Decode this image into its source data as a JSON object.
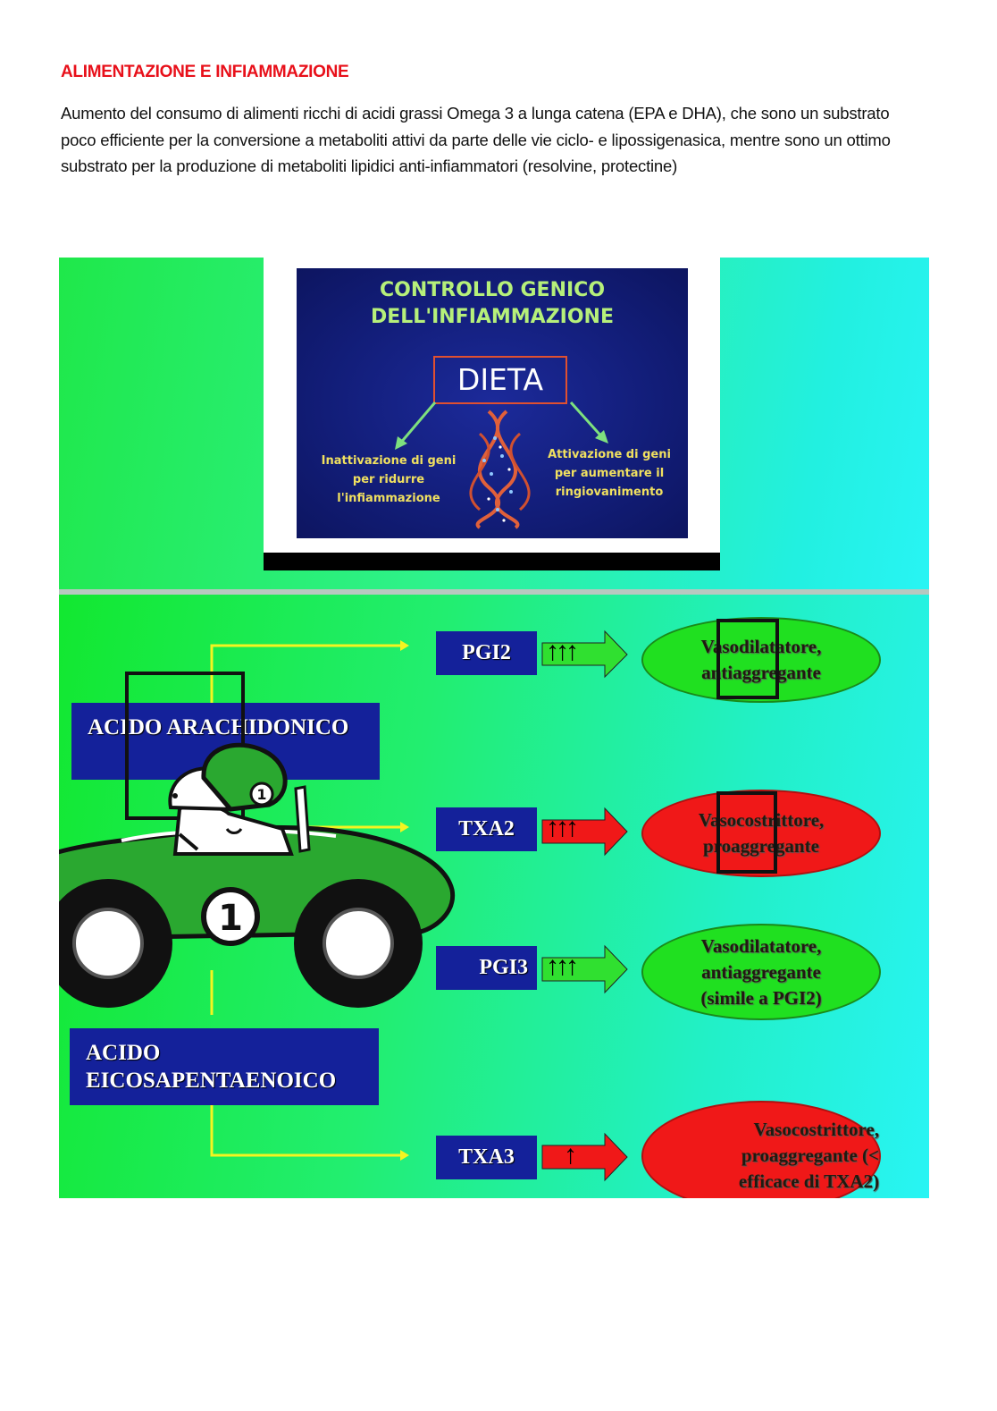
{
  "document": {
    "heading": "ALIMENTAZIONE E INFIAMMAZIONE",
    "paragraph": "Aumento del consumo di alimenti ricchi di acidi grassi Omega 3 a lunga catena (EPA e DHA), che sono un substrato poco efficiente per la conversione a metaboliti attivi da parte delle vie ciclo- e lipossigenasica, mentre sono un ottimo substrato per la produzione di metaboliti lipidici anti-infiammatori (resolvine, protectine)"
  },
  "slide1": {
    "title_line1": "CONTROLLO GENICO",
    "title_line2": "DELL'INFIAMMAZIONE",
    "center": "DIETA",
    "left_text": "Inattivazione di geni per ridurre l'infiammazione",
    "right_text": "Attivazione di geni per aumentare il ringiovanimento"
  },
  "slide2": {
    "source1": "ACIDO ARACHIDONICO",
    "source2": "ACIDO EICOSAPENTAENOICO",
    "metabolites": [
      {
        "label": "PGI2",
        "arrows": "↑↑↑",
        "effect": "Vasodilatatore, antiaggregante",
        "color": "#20e020"
      },
      {
        "label": "TXA2",
        "arrows": "↑↑↑",
        "effect": "Vasocostrittore, proaggregante",
        "color": "#f01818"
      },
      {
        "label": "PGI3",
        "arrows": "↑↑↑",
        "effect": "Vasodilatatore, antiaggregante (simile a PGI2)",
        "color": "#20e020"
      },
      {
        "label": "TXA3",
        "arrows": "↑",
        "effect": "Vasocostrittore, proaggregante (< efficace di TXA2)",
        "color": "#f01818"
      }
    ],
    "car_number": "1"
  }
}
